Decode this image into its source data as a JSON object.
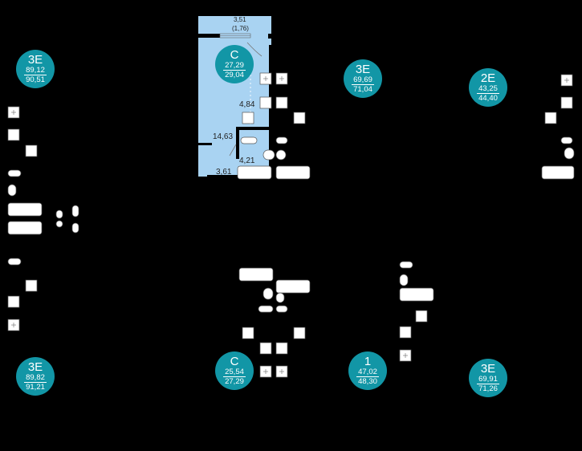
{
  "units": [
    {
      "id": "u-studio-top",
      "code": "С",
      "living": "27,29",
      "total": "29,04"
    },
    {
      "id": "u-3e-left-top",
      "code": "3Е",
      "living": "89,12",
      "total": "90,51"
    },
    {
      "id": "u-3e-mid-top",
      "code": "3Е",
      "living": "69,69",
      "total": "71,04"
    },
    {
      "id": "u-2e-right-top",
      "code": "2Е",
      "living": "43,25",
      "total": "44,40"
    },
    {
      "id": "u-3e-left-bottom",
      "code": "3Е",
      "living": "89,82",
      "total": "91,21"
    },
    {
      "id": "u-studio-bottom",
      "code": "С",
      "living": "25,54",
      "total": "27,29"
    },
    {
      "id": "u-1-bottom",
      "code": "1",
      "living": "47,02",
      "total": "48,30"
    },
    {
      "id": "u-3e-right-bottom",
      "code": "3Е",
      "living": "69,91",
      "total": "71,26"
    }
  ],
  "studio_dimensions": {
    "balcony": "3,51",
    "balcony_sub": "(1,76)",
    "hall": "4,84",
    "room": "14,63",
    "bath": "4,21",
    "entry": "3,61"
  },
  "colors": {
    "background": "#000000",
    "badge": "#1296a6",
    "highlight_unit": "#a9d3f2",
    "fixture_outline": "#555555"
  }
}
